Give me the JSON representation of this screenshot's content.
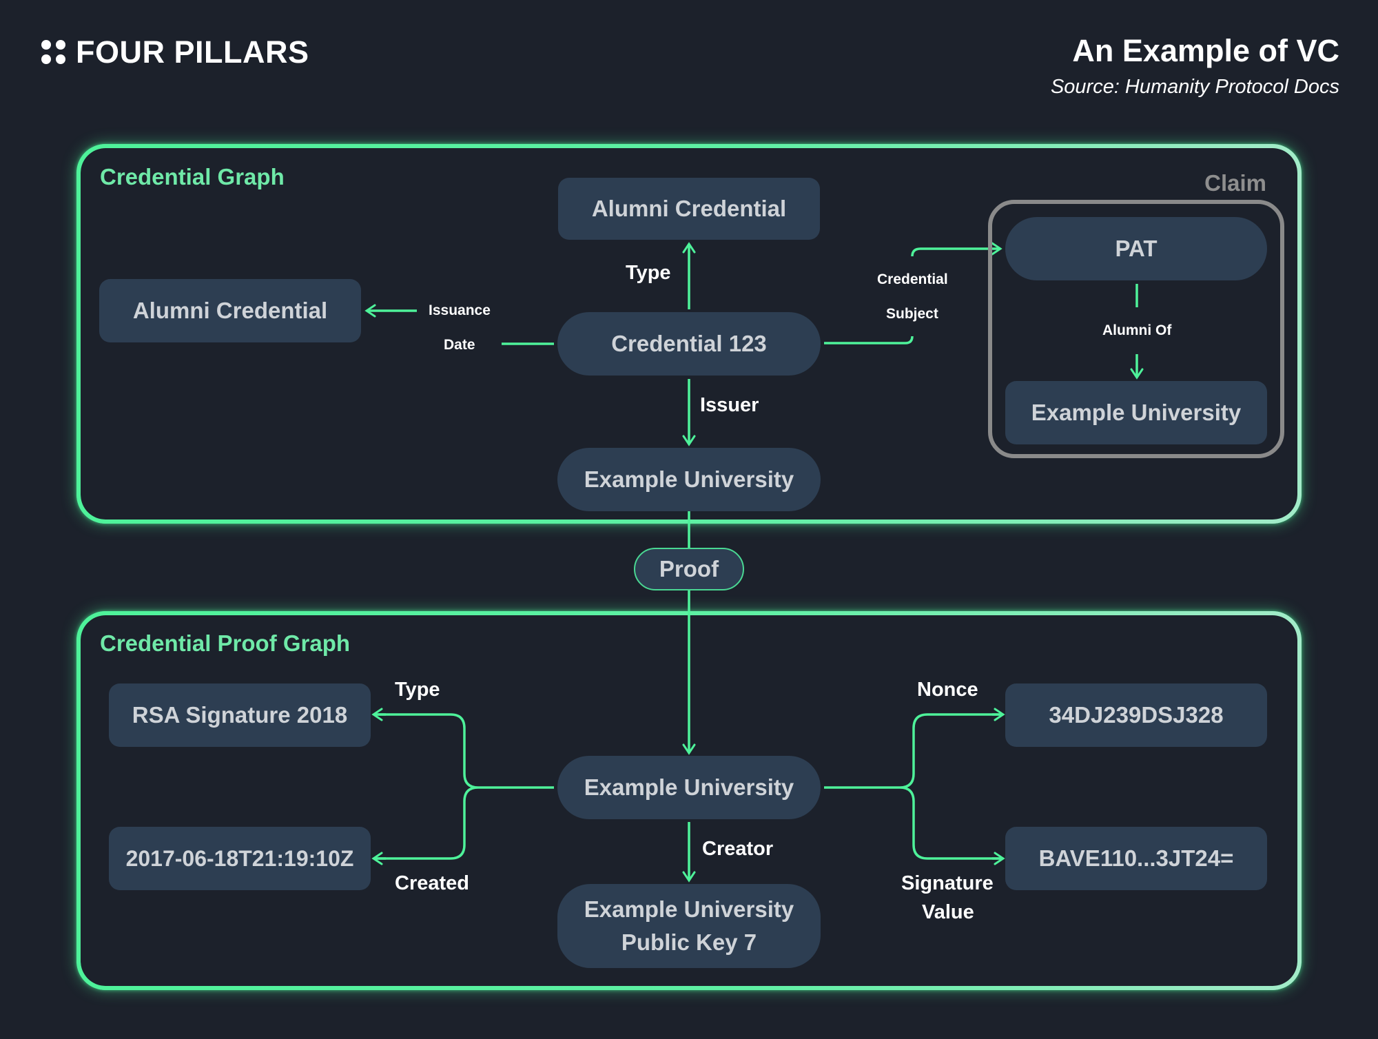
{
  "header": {
    "brand": "FOUR PILLARS",
    "brand_icon": "four-dots-logo-icon",
    "title": "An Example of VC",
    "source": "Source: Humanity Protocol Docs"
  },
  "colors": {
    "background": "#1c212b",
    "accent": "#4ef29a",
    "node_fill": "#2d3e52",
    "node_text": "#cfd3d8",
    "claim_border": "#8a8a8a"
  },
  "credential_graph": {
    "label": "Credential Graph",
    "nodes": {
      "type_target": "Alumni Credential",
      "issuance_target": "Alumni Credential",
      "center": "Credential 123",
      "issuer_target": "Example University"
    },
    "edges": {
      "type": "Type",
      "issuance_line1": "Issuance",
      "issuance_line2": "Date",
      "issuer": "Issuer",
      "subject_line1": "Credential",
      "subject_line2": "Subject"
    },
    "claim": {
      "label": "Claim",
      "subject": "PAT",
      "edge": "Alumni Of",
      "object": "Example University"
    }
  },
  "proof": {
    "label": "Proof"
  },
  "proof_graph": {
    "label": "Credential Proof Graph",
    "nodes": {
      "center": "Example University",
      "type_target": "RSA Signature 2018",
      "created_target": "2017-06-18T21:19:10Z",
      "nonce_target": "34DJ239DSJ328",
      "signature_target": "BAVE110...3JT24=",
      "creator_target_line1": "Example University",
      "creator_target_line2": "Public Key 7"
    },
    "edges": {
      "type": "Type",
      "created": "Created",
      "nonce": "Nonce",
      "signature_line1": "Signature",
      "signature_line2": "Value",
      "creator": "Creator"
    }
  }
}
